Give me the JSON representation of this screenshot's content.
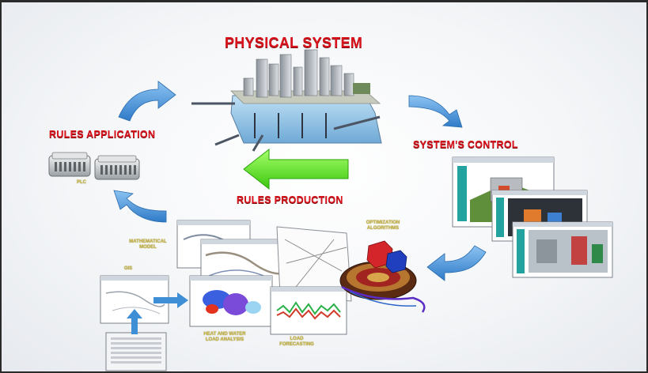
{
  "labels": {
    "physical_system": "PHYSICAL SYSTEM",
    "rules_application": "RULES APPLICATION",
    "systems_control": "SYSTEM'S CONTROL",
    "rules_production": "RULES PRODUCTION",
    "plc": "PLC",
    "mathematical_model": "MATHEMATICAL MODEL",
    "optimization_algorithms": "OPTIMIZATION ALGORITHMS",
    "gis": "GIS",
    "heat_and_water_load_analysis": "HEAT AND WATER LOAD ANALYSIS",
    "load_forecasting": "LOAD FORECASTING"
  },
  "colors": {
    "title_red": "#d9141c",
    "cycle_arrow_blue": "#3f8fd6",
    "production_arrow_green": "#5ee21f",
    "small_label_gold": "#c9b84a"
  },
  "icons": [
    "city-block-illustration",
    "plc-device-icon",
    "control-screen-thumbnail",
    "map-screen-thumbnail",
    "roulette-wheel-icon",
    "dice-icon"
  ]
}
